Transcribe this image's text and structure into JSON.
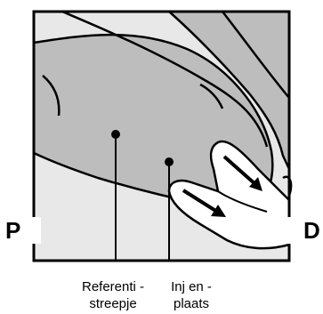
{
  "colors": {
    "skin": "#bdbdbd",
    "background": "#e8e8e8",
    "outline": "#000000",
    "paper": "#ffffff"
  },
  "labels": {
    "left_side": "P",
    "right_side": "D",
    "reference_line": [
      "Referenti -",
      "streepje"
    ],
    "injection_site": [
      "Inj en -",
      "plaats"
    ]
  },
  "icons": [
    "arrow-icon",
    "arrow-icon",
    "dot-marker",
    "dot-marker"
  ]
}
